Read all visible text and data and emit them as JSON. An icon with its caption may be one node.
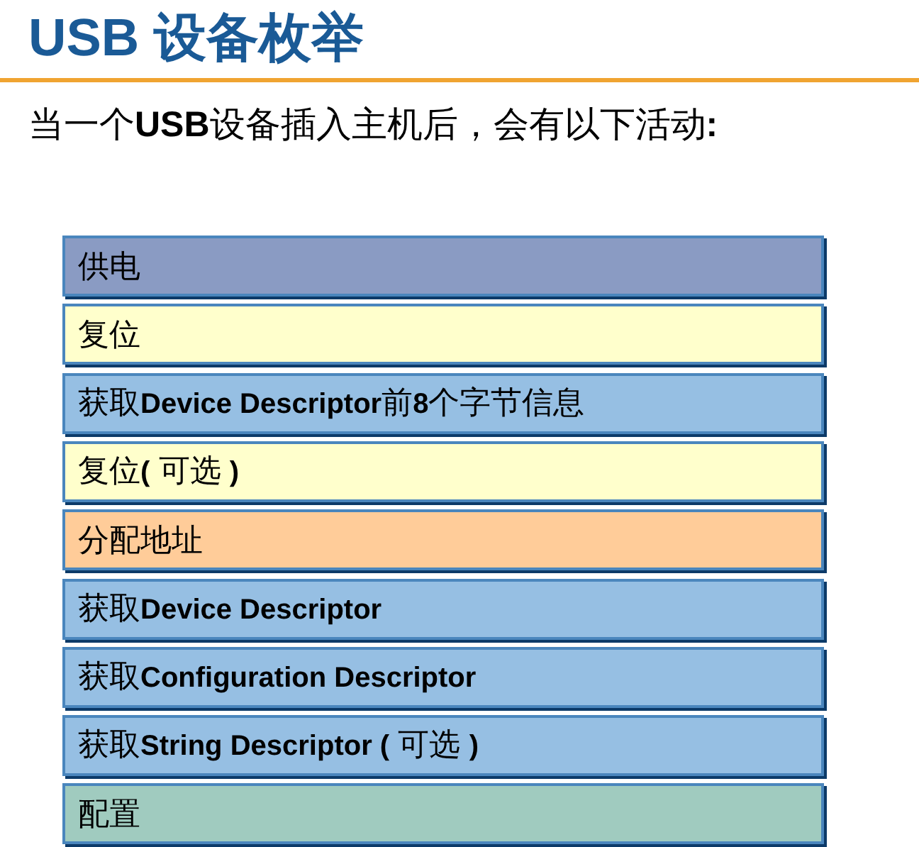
{
  "diagram": {
    "title": "USB 设备枚举",
    "nodes": [
      {
        "text": [
          "供电"
        ]
      },
      {
        "text": [
          "复位"
        ]
      },
      {
        "text": [
          "获取**Device Descriptor**前**8**个字节信息"
        ]
      },
      {
        "text": [
          "复位**(** 可选 **)**"
        ]
      },
      {
        "text": [
          "分配地址"
        ]
      },
      {
        "text": [
          "获取**Device Descriptor**"
        ]
      },
      {
        "text": [
          "获取**Configuration Descriptor**"
        ]
      },
      {
        "text": [
          "获取**String Descriptor (** 可选 **)**"
        ]
      },
      {
        "text": [
          "配置"
        ]
      }
    ],
    "labels": [
      "当一个**USB**设备插入主机后，会有以下活动**:**"
    ]
  }
}
